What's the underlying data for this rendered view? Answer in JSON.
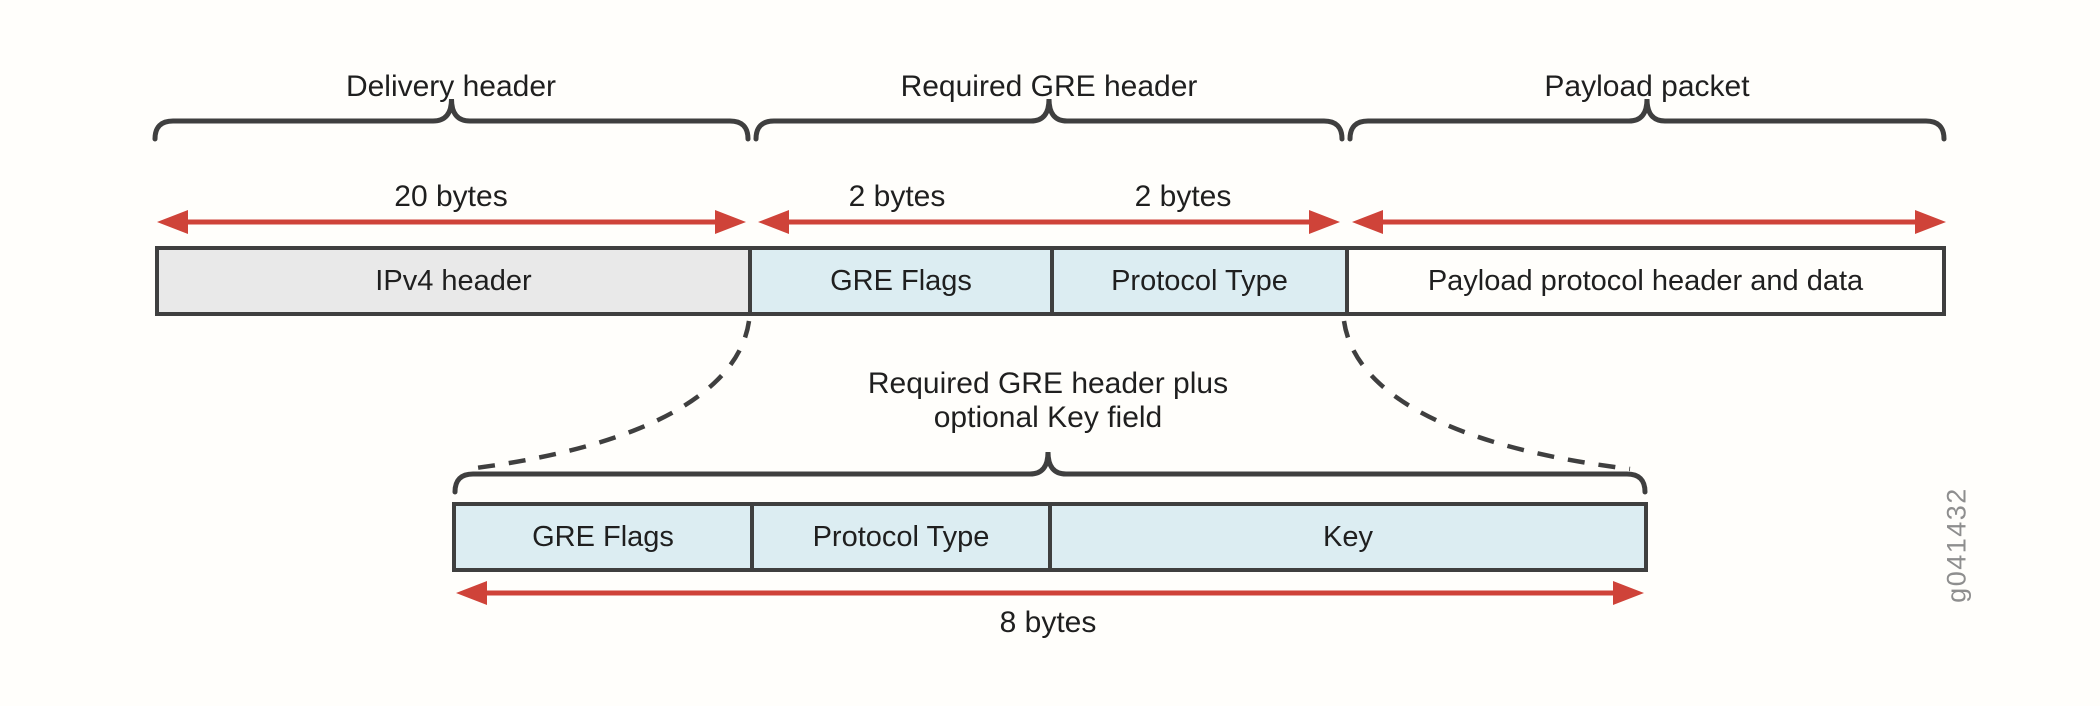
{
  "figure": {
    "figure_id": "g041432",
    "sections": [
      {
        "label": "Delivery header"
      },
      {
        "label": "Required GRE header"
      },
      {
        "label": "Payload packet"
      }
    ],
    "size_labels": {
      "delivery": "20 bytes",
      "gre_flags": "2 bytes",
      "protocol_type": "2 bytes",
      "expanded": "8 bytes"
    },
    "main_row": [
      {
        "label": "IPv4 header",
        "fill": "#e9e9e9"
      },
      {
        "label": "GRE Flags",
        "fill": "#dcedf2"
      },
      {
        "label": "Protocol Type",
        "fill": "#dcedf2"
      },
      {
        "label": "Payload protocol header and data",
        "fill": "#fffefb"
      }
    ],
    "expanded_row": [
      {
        "label": "GRE Flags",
        "fill": "#dcedf2"
      },
      {
        "label": "Protocol Type",
        "fill": "#dcedf2"
      },
      {
        "label": "Key",
        "fill": "#dcedf2"
      }
    ],
    "caption": "Required GRE header plus\noptional Key field",
    "colors": {
      "arrow_red": "#cf4339",
      "line_dark": "#3f3f3f",
      "gray_fill": "#e9e9e9",
      "blue_fill": "#dcedf2",
      "figure_id_gray": "#8e8e8e"
    }
  }
}
